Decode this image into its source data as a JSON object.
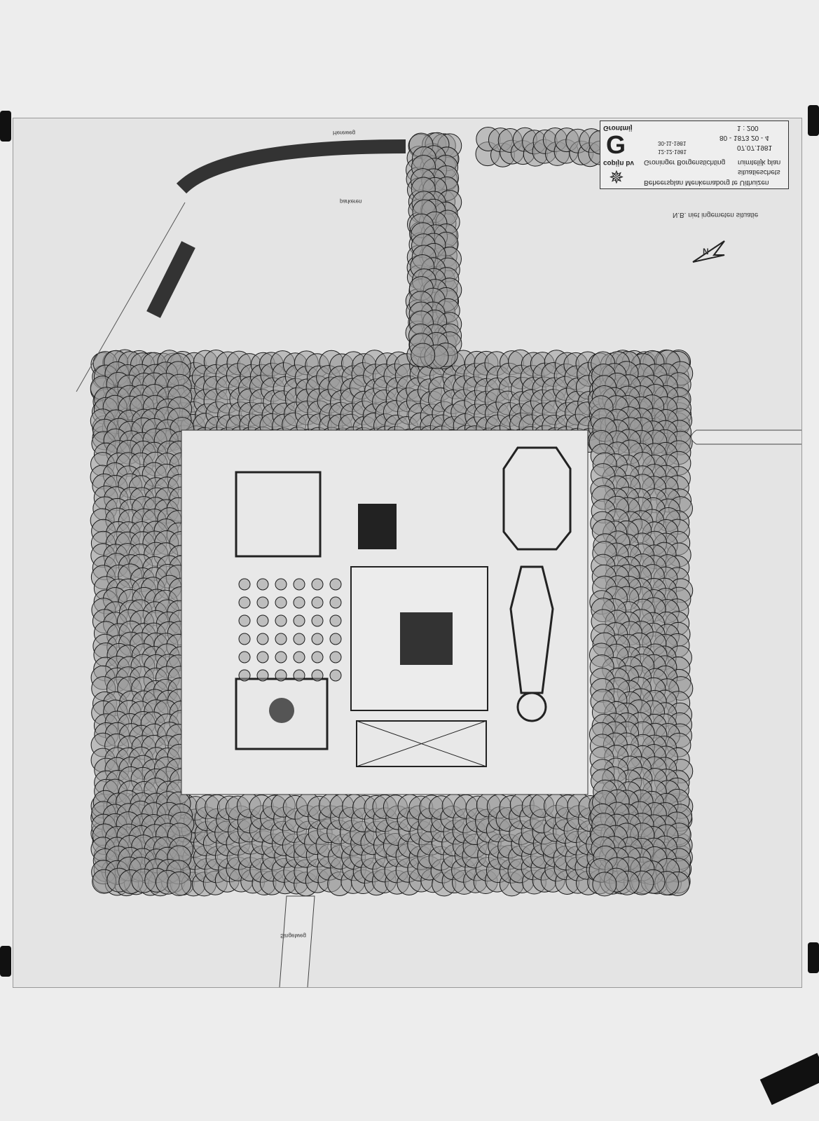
{
  "title_block": {
    "firm": "Grontmij",
    "co_firm": "copijn bv",
    "client": "Groninger Borgenstichting",
    "plan_type": "ruimtelijk plan",
    "sheet_type": "situatieschets",
    "project": "Beheersplan Menkemaborg te Uithuizen",
    "scale": "1 : 200",
    "drawing_number": "80 - 1873  20 - 4",
    "date": "07.07.1981",
    "revision_1": "30-11-1981",
    "revision_2": "12-12-1981"
  },
  "notes": {
    "survey_note": "N.B. niet ingemeten situatie",
    "north_label": "N",
    "road_label": "Hereweg",
    "parking_label": "parkeren",
    "exit_label": "Singelweg"
  },
  "colors": {
    "paper": "#e4e4e4",
    "ink": "#1a1a1a",
    "background": "#ededed"
  }
}
